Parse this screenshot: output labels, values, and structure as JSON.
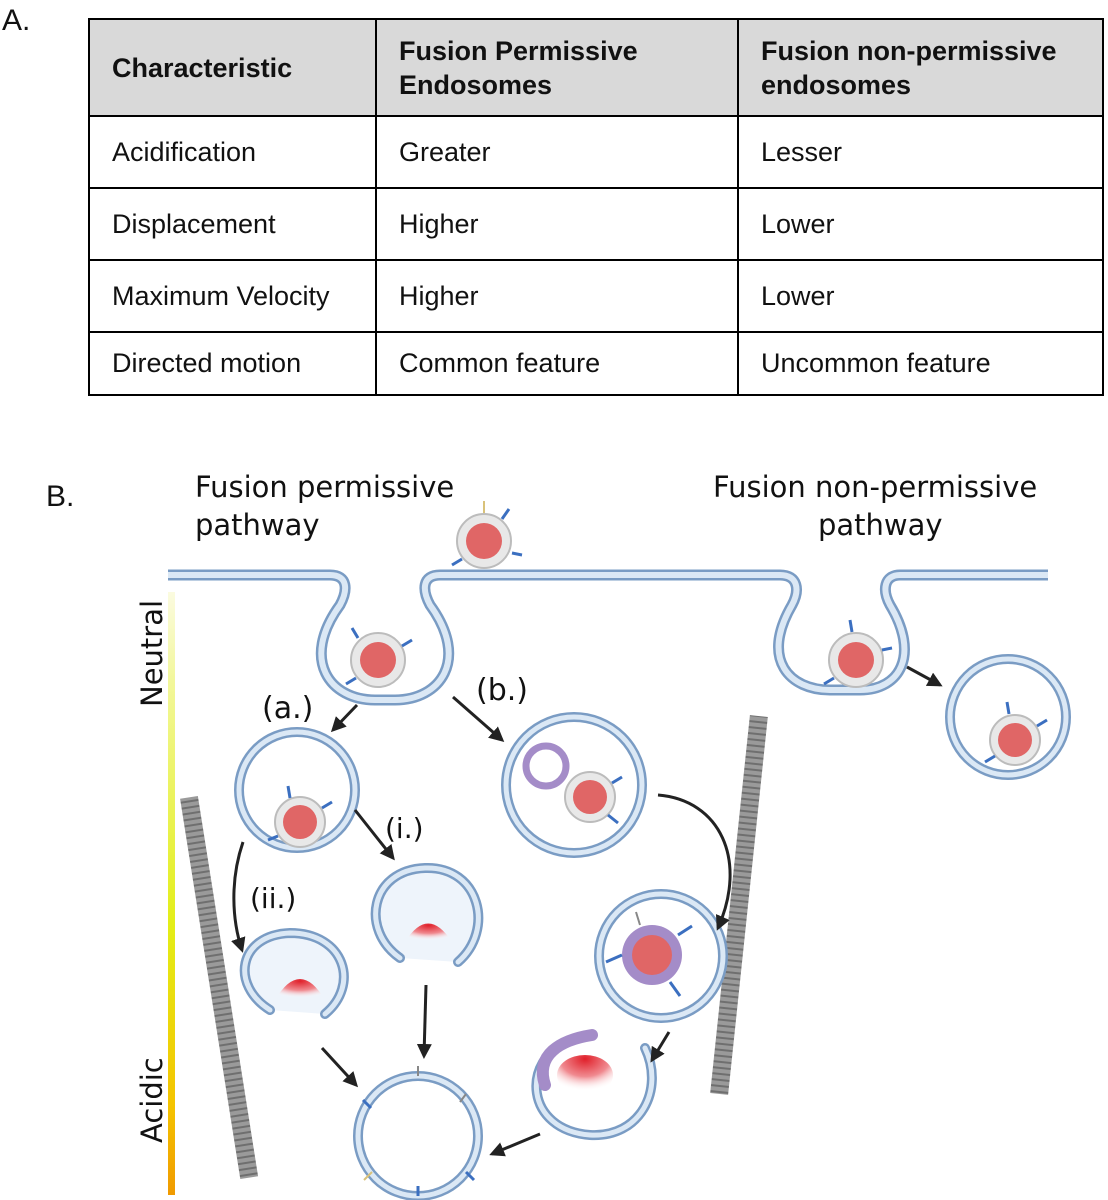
{
  "panel_a": {
    "label": "A.",
    "table": {
      "headers": [
        "Characteristic",
        "Fusion Permissive Endosomes",
        "Fusion non-permissive endosomes"
      ],
      "rows": [
        [
          "Acidification",
          "Greater",
          "Lesser"
        ],
        [
          "Displacement",
          "Higher",
          "Lower"
        ],
        [
          "Maximum Velocity",
          "Higher",
          "Lower"
        ],
        [
          "Directed motion",
          "Common feature",
          "Uncommon feature"
        ]
      ]
    }
  },
  "panel_b": {
    "label": "B.",
    "left_title_line1": "Fusion permissive",
    "left_title_line2": "pathway",
    "right_title_line1": "Fusion non-permissive",
    "right_title_line2": "pathway",
    "ph_top": "Neutral",
    "ph_bottom": "Acidic",
    "route_a": "(a.)",
    "route_b": "(b.)",
    "route_i": "(i.)",
    "route_ii": "(ii.)"
  },
  "colors": {
    "membrane_fill": "#dbe8f5",
    "membrane_stroke": "#7a9cc4",
    "virus_core": "#e06666",
    "virus_envelope": "#bcbcbc",
    "spike_tip": "#3b6fc0",
    "vesicle_purple": "#a48cc8",
    "gradient_top": "#f5f5a0",
    "gradient_mid": "#e8ec2a",
    "gradient_bottom": "#f0a000",
    "microtubule": "#8c8c8c"
  }
}
